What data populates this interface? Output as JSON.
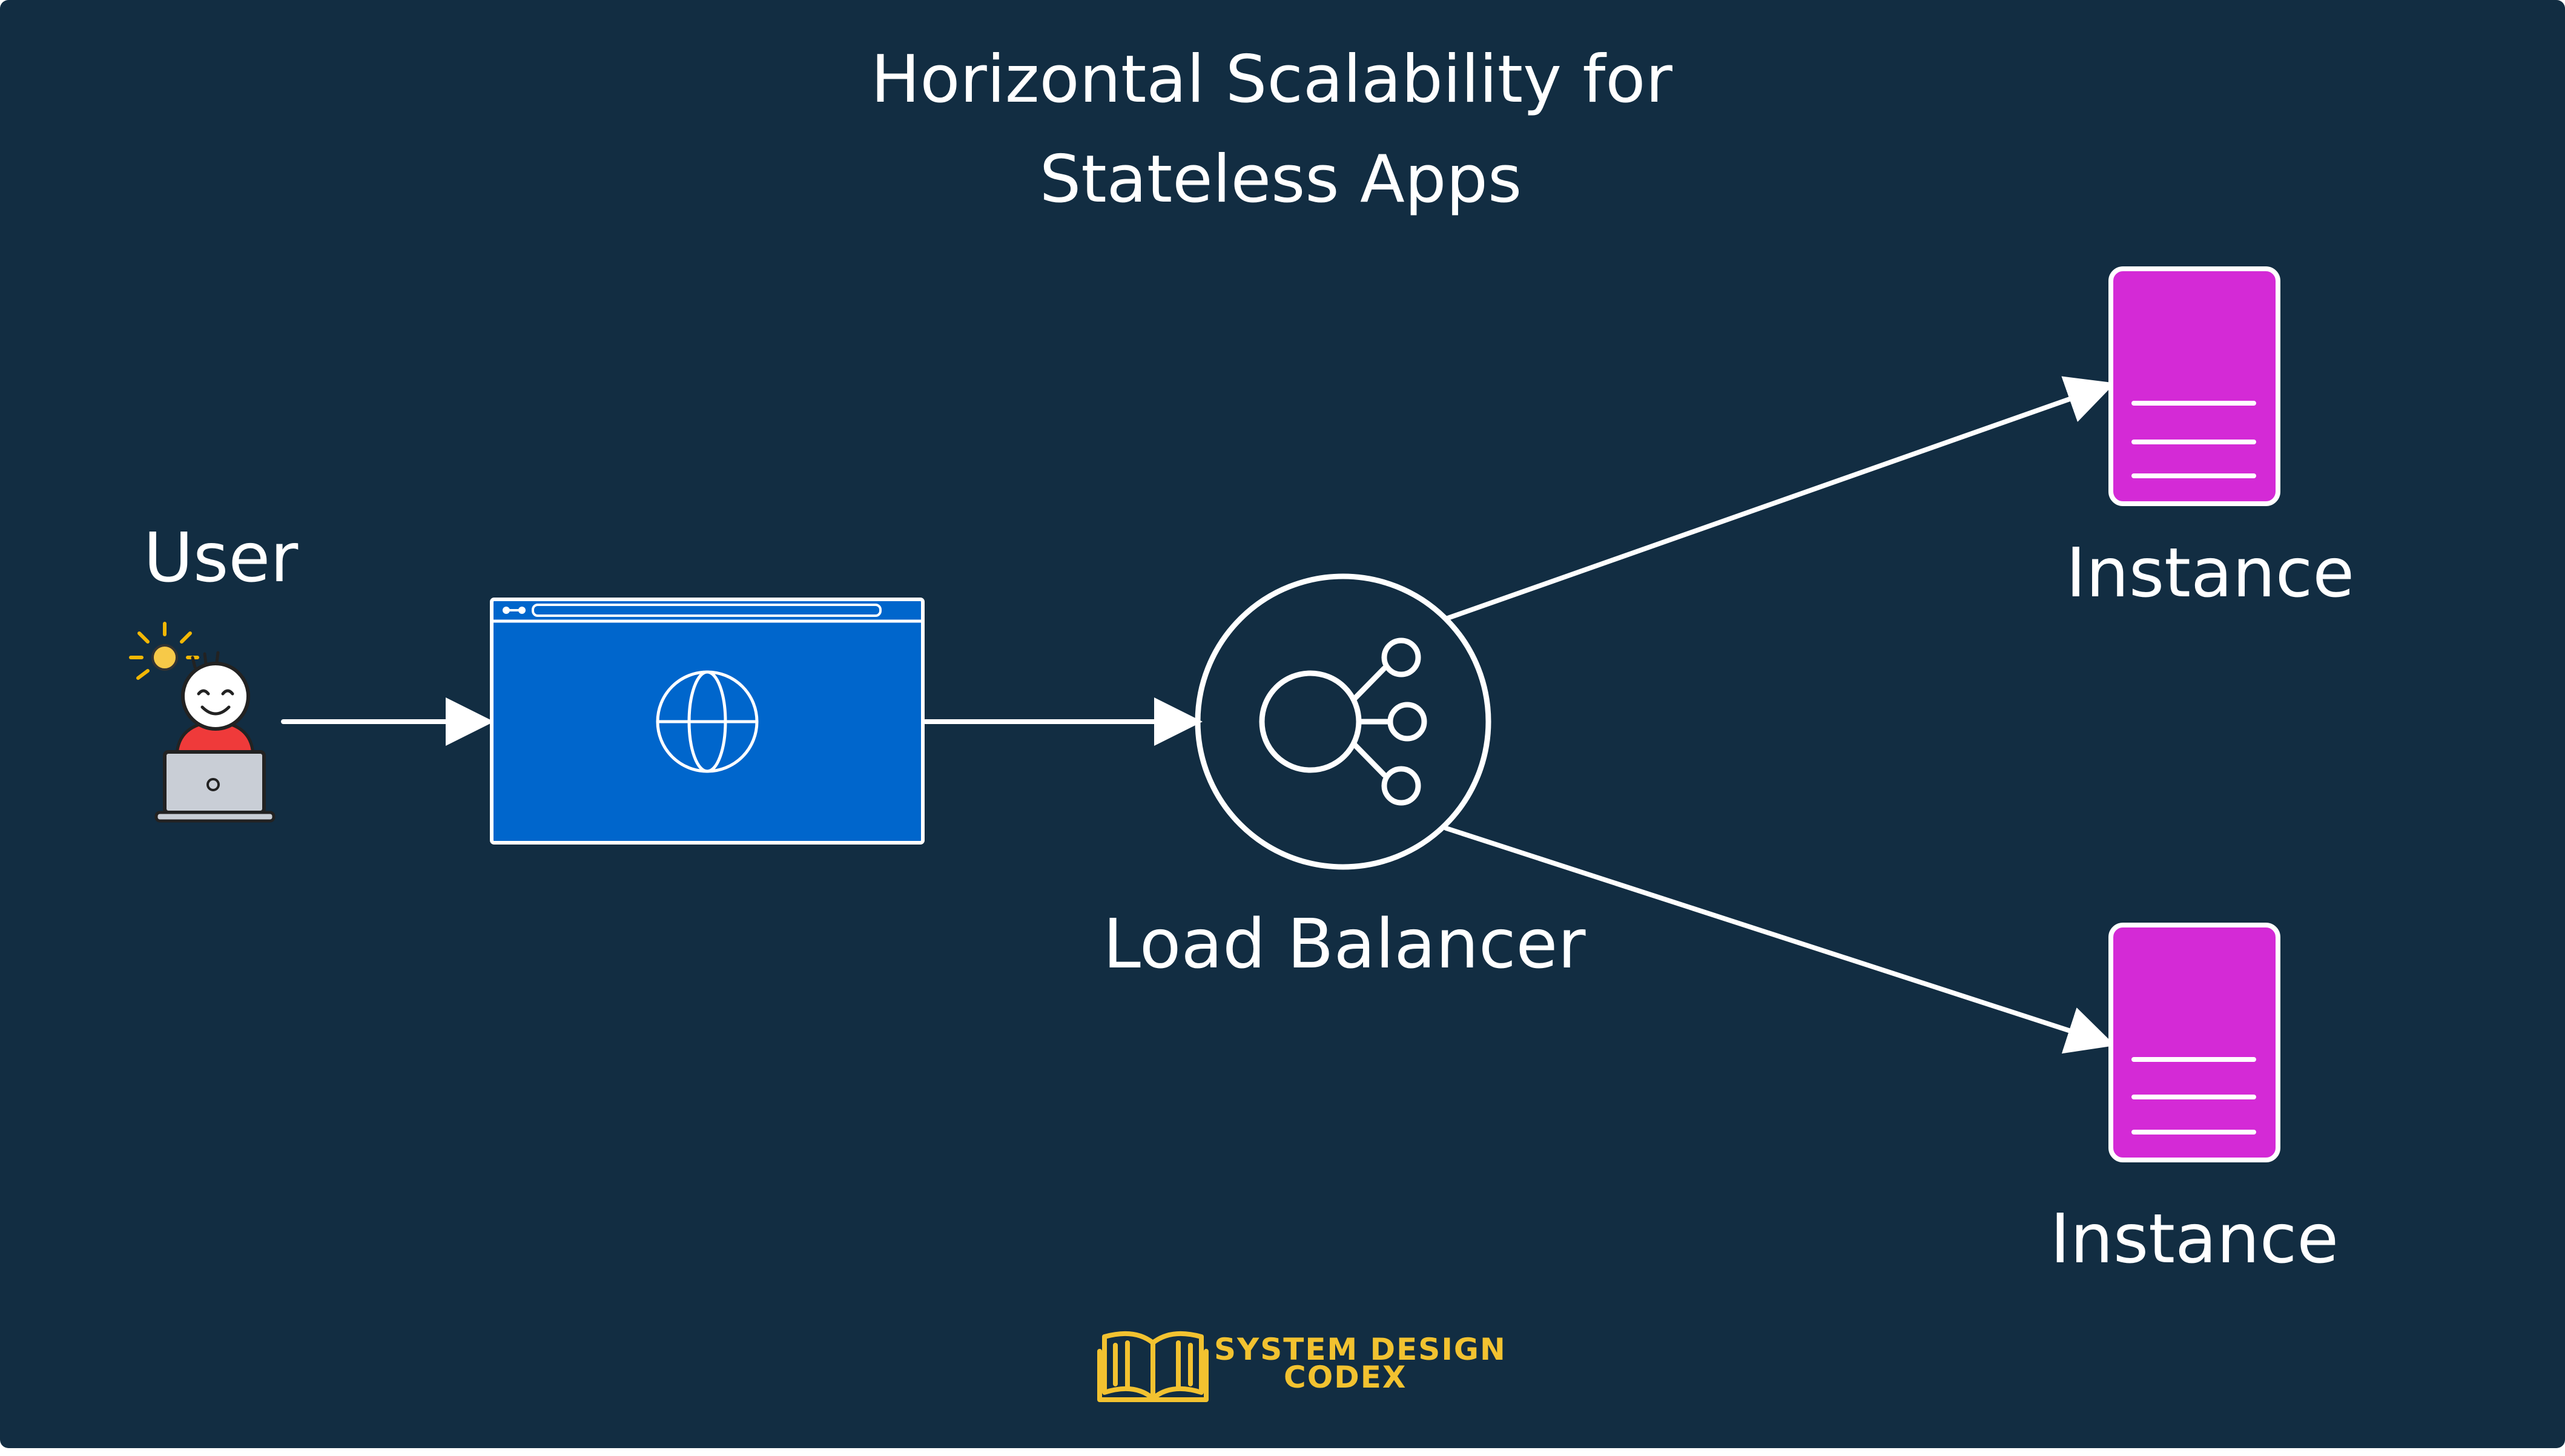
{
  "title": {
    "line1": "Horizontal Scalability for",
    "line2": "Stateless Apps"
  },
  "nodes": {
    "user": {
      "label": "User",
      "icon": "user-at-laptop-icon"
    },
    "browser": {
      "label": "",
      "icon": "globe-icon"
    },
    "load_balancer": {
      "label": "Load Balancer",
      "icon": "share-network-icon"
    },
    "instance_top": {
      "label": "Instance",
      "icon": "server-document-icon"
    },
    "instance_bottom": {
      "label": "Instance",
      "icon": "server-document-icon"
    }
  },
  "edges": [
    {
      "from": "user",
      "to": "browser"
    },
    {
      "from": "browser",
      "to": "load_balancer"
    },
    {
      "from": "load_balancer",
      "to": "instance_top"
    },
    {
      "from": "load_balancer",
      "to": "instance_bottom"
    }
  ],
  "branding": {
    "line1": "SYSTEM DESIGN",
    "line2": "CODEX",
    "icon": "open-book-icon"
  },
  "colors": {
    "background": "#122d42",
    "browser_fill": "#0066cc",
    "instance_fill": "#d42ad6",
    "stroke": "#ffffff",
    "brand": "#f2c230"
  }
}
